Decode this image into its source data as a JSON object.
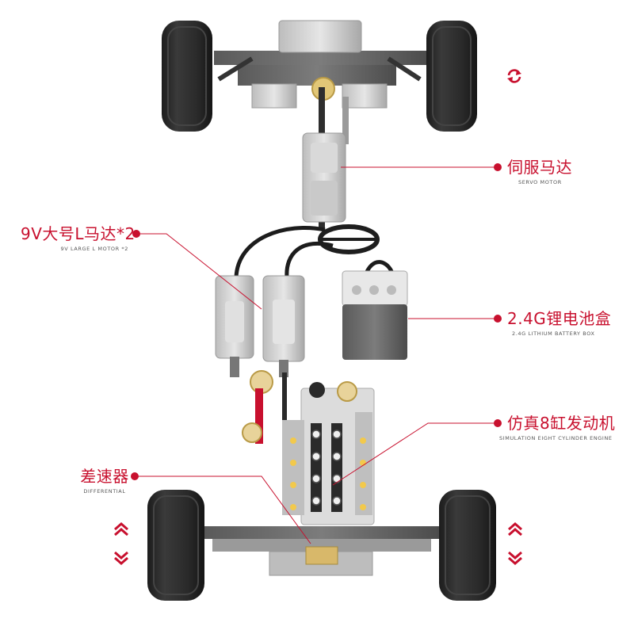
{
  "labels": {
    "servo": {
      "cn": "伺服马达",
      "en": "SERVO MOTOR"
    },
    "motor": {
      "cn": "9V大号L马达*2",
      "en": "9V LARGE L MOTOR *2"
    },
    "battery": {
      "cn": "2.4G锂电池盒",
      "en": "2.4G LITHIUM BATTERY BOX"
    },
    "engine": {
      "cn_prefix": "仿真",
      "cn_num": "8",
      "cn_suffix": "缸发动机",
      "en": "SIMULATION EIGHT CYLINDER ENGINE"
    },
    "differential": {
      "cn": "差速器",
      "en": "DIFFERENTIAL"
    }
  },
  "icons": {
    "rotate": "rotate-icon",
    "up": "double-chevron-up-icon",
    "down": "double-chevron-down-icon"
  },
  "colors": {
    "accent": "#c8102e",
    "tire": "#2b2b2b",
    "frame": "#6e6e6e",
    "part_light": "#cfcfcf",
    "gear": "#e8d39a"
  }
}
